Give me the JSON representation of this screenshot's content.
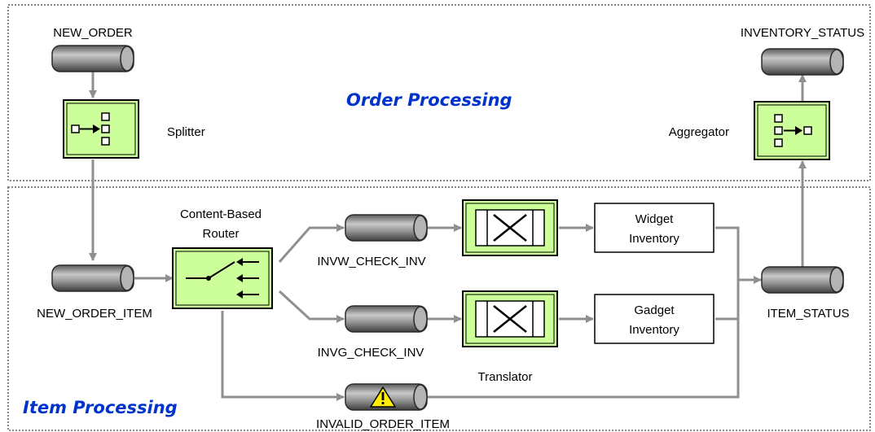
{
  "sections": {
    "order_processing": "Order Processing",
    "item_processing": "Item Processing"
  },
  "channels": {
    "new_order": "NEW_ORDER",
    "inventory_status": "INVENTORY_STATUS",
    "new_order_item": "NEW_ORDER_ITEM",
    "invw_check_inv": "INVW_CHECK_INV",
    "invg_check_inv": "INVG_CHECK_INV",
    "invalid_order_item": "INVALID_ORDER_ITEM",
    "item_status": "ITEM_STATUS"
  },
  "components": {
    "splitter": "Splitter",
    "aggregator": "Aggregator",
    "router_line1": "Content-Based",
    "router_line2": "Router",
    "translator": "Translator"
  },
  "endpoints": {
    "widget_line1": "Widget",
    "widget_line2": "Inventory",
    "gadget_line1": "Gadget",
    "gadget_line2": "Inventory"
  },
  "colors": {
    "box_fill": "#ccff99",
    "channel_fill": "#808080",
    "connector": "#8f8f8f",
    "title_blue": "#0033cc",
    "warning_yellow": "#ffee00"
  }
}
